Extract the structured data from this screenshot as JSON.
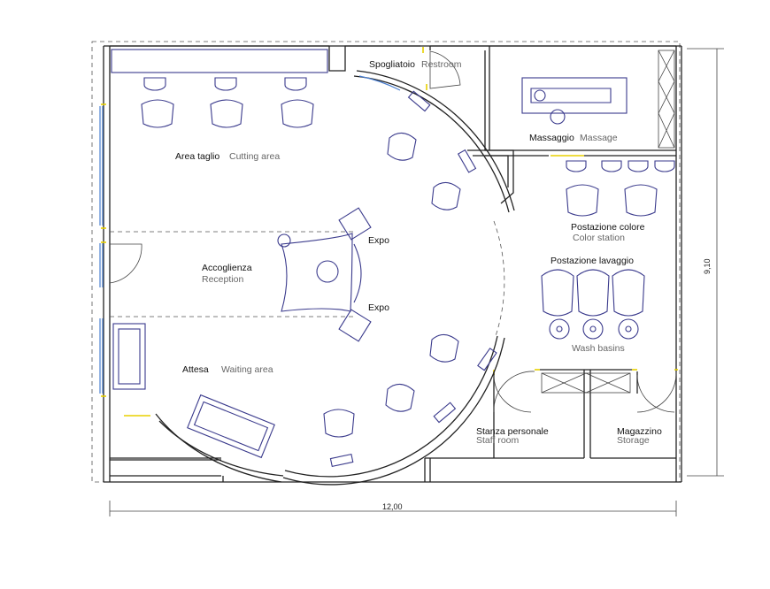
{
  "rooms": {
    "spogliatoio": {
      "it": "Spogliatoio",
      "en": "Restroom"
    },
    "massaggio": {
      "it": "Massaggio",
      "en": "Massage"
    },
    "area_taglio": {
      "it": "Area taglio",
      "en": "Cutting area"
    },
    "postazione_colore": {
      "it": "Postazione colore",
      "en": "Color station"
    },
    "postazione_lavaggio": {
      "it": "Postazione lavaggio",
      "en": ""
    },
    "wash_basins": {
      "it": "",
      "en": "Wash basins"
    },
    "accoglienza": {
      "it": "Accoglienza",
      "en": "Reception"
    },
    "attesa": {
      "it": "Attesa",
      "en": "Waiting area"
    },
    "stanza_personale": {
      "it": "Stanza personale",
      "en": "Staff room"
    },
    "magazzino": {
      "it": "Magazzino",
      "en": "Storage"
    }
  },
  "expo_top": "Expo",
  "expo_bottom": "Expo",
  "dimensions": {
    "width": "12,00",
    "height": "9,10"
  },
  "colors": {
    "furniture": "#3a3a8c",
    "glass": "#4a7fd0",
    "hinge": "#e8d000",
    "walls": "#222222"
  }
}
